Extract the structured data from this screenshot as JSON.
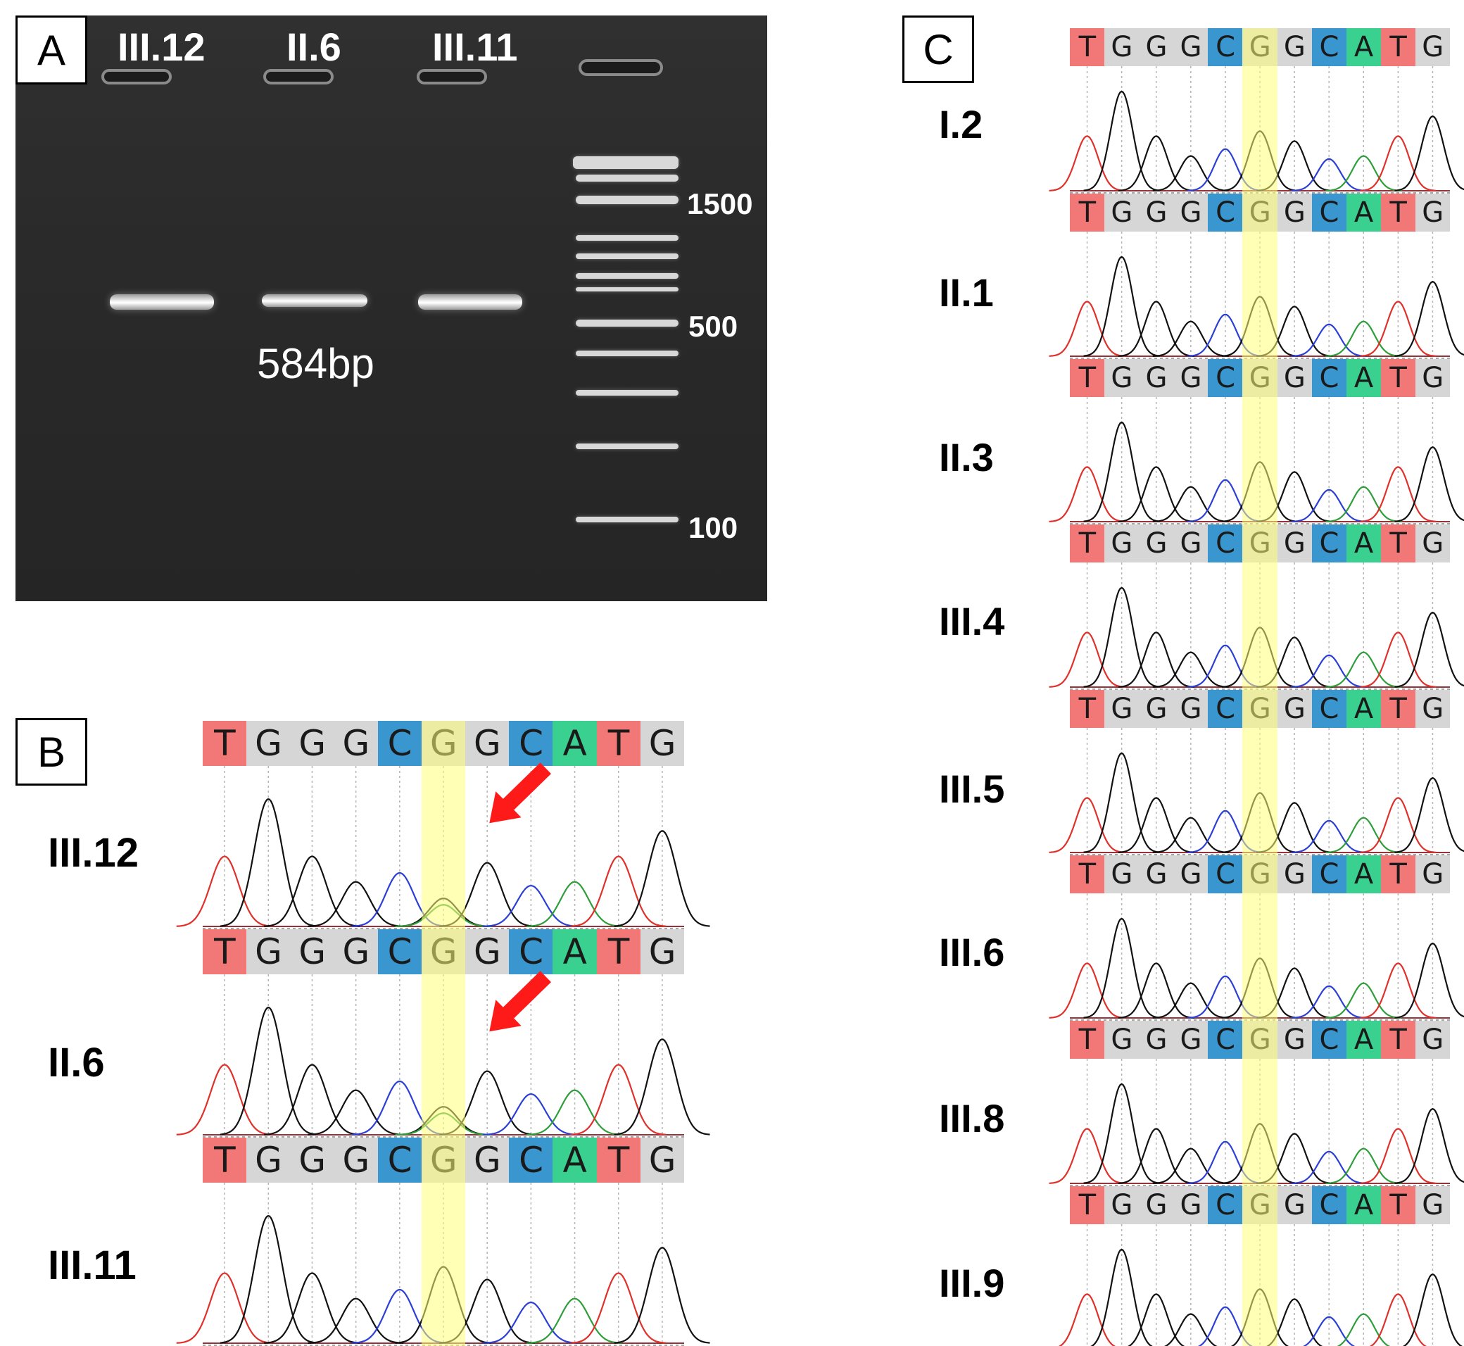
{
  "panels": {
    "a": "A",
    "b": "B",
    "c": "C"
  },
  "gel": {
    "lanes": [
      "III.12",
      "II.6",
      "III.11"
    ],
    "ladder_marks": [
      "1500",
      "500",
      "100"
    ],
    "band_size": "584bp"
  },
  "sequence": [
    "T",
    "G",
    "G",
    "G",
    "C",
    "G",
    "G",
    "C",
    "A",
    "T",
    "G"
  ],
  "base_colors": {
    "A": "#3ad08f",
    "C": "#3a96cf",
    "G": "#d6d6d6",
    "T": "#f27777"
  },
  "trace_colors": {
    "A": "#2e9e3a",
    "C": "#2b3fd6",
    "G": "#111111",
    "T": "#e0302a"
  },
  "highlight_color": "#ffff78",
  "panel_b": {
    "samples": [
      {
        "label": "III.12",
        "heterozygous": true
      },
      {
        "label": "II.6",
        "heterozygous": true
      },
      {
        "label": "III.11",
        "heterozygous": false
      }
    ]
  },
  "panel_c": {
    "samples": [
      {
        "label": "I.2"
      },
      {
        "label": "II.1"
      },
      {
        "label": "II.3"
      },
      {
        "label": "III.4"
      },
      {
        "label": "III.5"
      },
      {
        "label": "III.6"
      },
      {
        "label": "III.8"
      },
      {
        "label": "III.9"
      }
    ]
  }
}
